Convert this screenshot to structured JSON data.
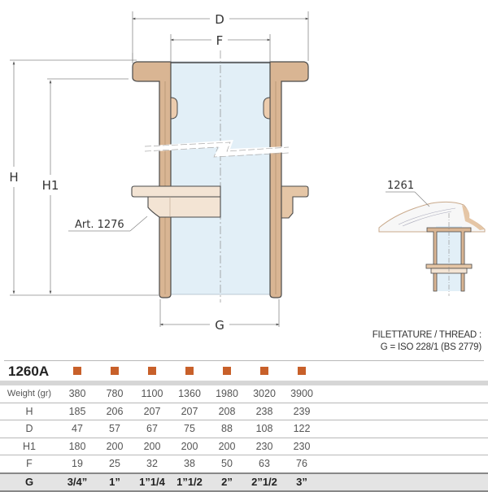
{
  "drawing": {
    "dimension_labels": {
      "D": "D",
      "F": "F",
      "H": "H",
      "H1": "H1",
      "G": "G"
    },
    "callouts": {
      "art_1276": "Art. 1276",
      "art_1261": "1261"
    },
    "colors": {
      "bronze_fill": "#d9b593",
      "bronze_light": "#f3e4d4",
      "pipe_interior": "#e2eff7",
      "outline": "#4a4a4a",
      "dim_line": "#8a8a8a"
    }
  },
  "thread_note": {
    "line1": "FILETTATURE / THREAD :",
    "line2": "G = ISO 228/1 (BS 2779)"
  },
  "table": {
    "model": "1260A",
    "swatch_color": "#c8602a",
    "columns": 7,
    "rows": [
      {
        "label": "Weight (gr)",
        "values": [
          "380",
          "780",
          "1100",
          "1360",
          "1980",
          "3020",
          "3900"
        ]
      },
      {
        "label": "H",
        "values": [
          "185",
          "206",
          "207",
          "207",
          "208",
          "238",
          "239"
        ]
      },
      {
        "label": "D",
        "values": [
          "47",
          "57",
          "67",
          "75",
          "88",
          "108",
          "122"
        ]
      },
      {
        "label": "H1",
        "values": [
          "180",
          "200",
          "200",
          "200",
          "200",
          "230",
          "230"
        ]
      },
      {
        "label": "F",
        "values": [
          "19",
          "25",
          "32",
          "38",
          "50",
          "63",
          "76"
        ]
      }
    ],
    "g_row": {
      "label": "G",
      "values": [
        "3/4”",
        "1”",
        "1”1/4",
        "1”1/2",
        "2”",
        "2”1/2",
        "3”"
      ]
    }
  }
}
